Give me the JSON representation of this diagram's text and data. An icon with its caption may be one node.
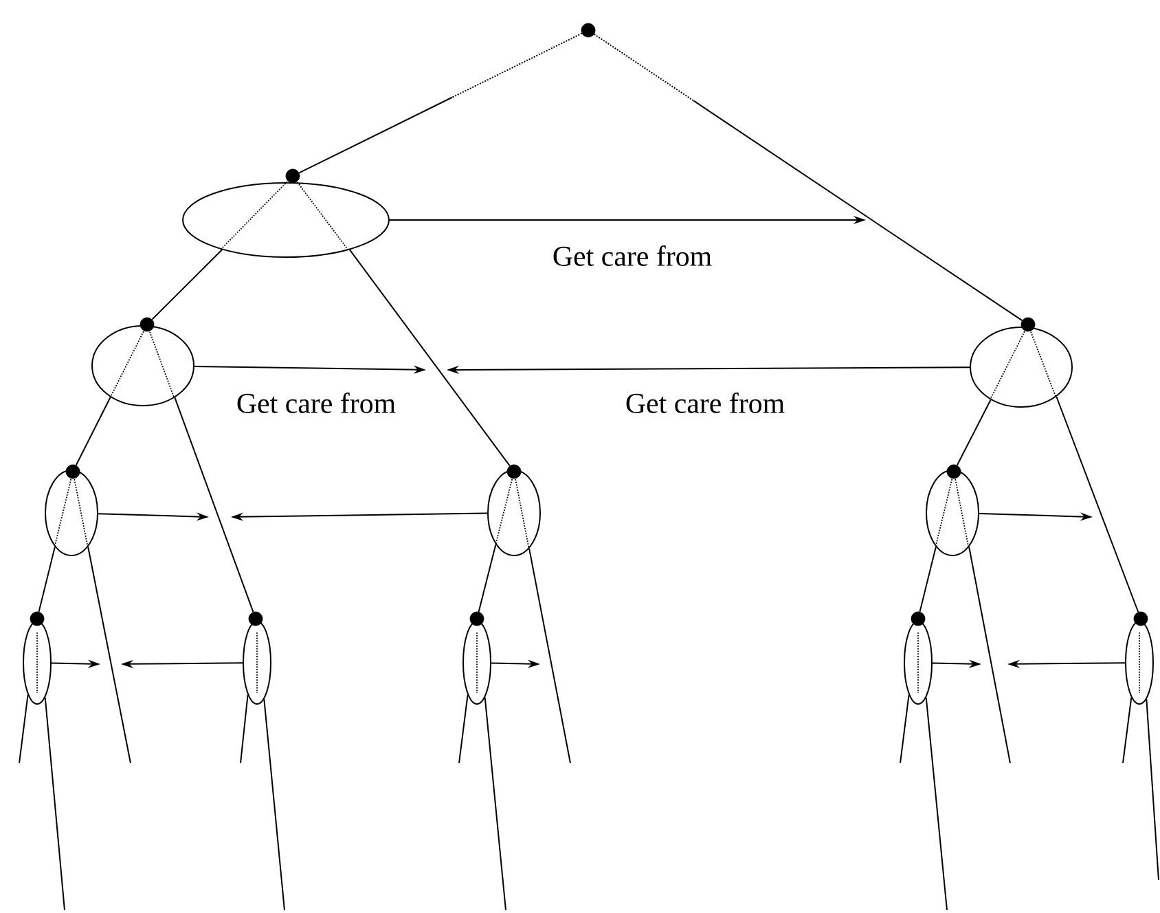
{
  "diagram": {
    "nodes": [
      {
        "text": [],
        "shape": "circle"
      },
      {
        "text": [],
        "shape": "circle"
      },
      {
        "text": [],
        "shape": "ellipse"
      },
      {
        "text": [],
        "shape": "circle"
      },
      {
        "text": [],
        "shape": "ellipse"
      },
      {
        "text": [],
        "shape": "circle"
      },
      {
        "text": [],
        "shape": "ellipse"
      },
      {
        "text": [],
        "shape": "circle"
      },
      {
        "text": [],
        "shape": "ellipse"
      },
      {
        "text": [],
        "shape": "circle"
      },
      {
        "text": [],
        "shape": "ellipse"
      },
      {
        "text": [],
        "shape": "circle"
      },
      {
        "text": [],
        "shape": "ellipse"
      },
      {
        "text": [],
        "shape": "circle"
      },
      {
        "text": [],
        "shape": "ellipse"
      },
      {
        "text": [],
        "shape": "circle"
      },
      {
        "text": [],
        "shape": "ellipse"
      },
      {
        "text": [],
        "shape": "circle"
      },
      {
        "text": [],
        "shape": "ellipse"
      },
      {
        "text": [],
        "shape": "circle"
      },
      {
        "text": [],
        "shape": "ellipse"
      },
      {
        "text": [],
        "shape": "circle"
      },
      {
        "text": [],
        "shape": "ellipse"
      }
    ],
    "edges": [
      {
        "from": 0,
        "to": 1,
        "arrow": "none"
      },
      {
        "from": 0,
        "to": 5,
        "arrow": "none"
      },
      {
        "from": 2,
        "to": 3,
        "arrow": "none"
      },
      {
        "from": 2,
        "to": 9,
        "arrow": "none"
      },
      {
        "from": 4,
        "to": 7,
        "arrow": "none"
      },
      {
        "from": 4,
        "to": 15,
        "arrow": "none"
      },
      {
        "from": 6,
        "to": 11,
        "arrow": "none"
      },
      {
        "from": 6,
        "to": 21,
        "arrow": "none"
      },
      {
        "from": 8,
        "to": 13,
        "arrow": "none"
      },
      {
        "from": 8,
        "to": null,
        "arrow": "none"
      },
      {
        "from": 10,
        "to": 17,
        "arrow": "none"
      },
      {
        "from": 10,
        "to": null,
        "arrow": "none"
      },
      {
        "from": 12,
        "to": 19,
        "arrow": "none"
      },
      {
        "from": 12,
        "to": null,
        "arrow": "none"
      },
      {
        "from": 14,
        "to": null,
        "arrow": "none"
      },
      {
        "from": 14,
        "to": null,
        "arrow": "none"
      },
      {
        "from": 16,
        "to": null,
        "arrow": "none"
      },
      {
        "from": 16,
        "to": null,
        "arrow": "none"
      },
      {
        "from": 18,
        "to": null,
        "arrow": "none"
      },
      {
        "from": 18,
        "to": null,
        "arrow": "none"
      },
      {
        "from": 20,
        "to": null,
        "arrow": "none"
      },
      {
        "from": 20,
        "to": null,
        "arrow": "none"
      },
      {
        "from": 22,
        "to": null,
        "arrow": "none"
      },
      {
        "from": 22,
        "to": null,
        "arrow": "none"
      },
      {
        "from": 2,
        "to": null,
        "arrow": "to",
        "label": "Get care from"
      },
      {
        "from": 4,
        "to": null,
        "arrow": "to",
        "label": "Get care from"
      },
      {
        "from": 6,
        "to": null,
        "arrow": "to",
        "label": "Get care from"
      },
      {
        "from": 8,
        "to": null,
        "arrow": "to"
      },
      {
        "from": 10,
        "to": null,
        "arrow": "to"
      },
      {
        "from": 12,
        "to": null,
        "arrow": "to"
      },
      {
        "from": 14,
        "to": null,
        "arrow": "to"
      },
      {
        "from": 16,
        "to": null,
        "arrow": "to"
      },
      {
        "from": 18,
        "to": null,
        "arrow": "to"
      },
      {
        "from": 20,
        "to": null,
        "arrow": "to"
      },
      {
        "from": 22,
        "to": null,
        "arrow": "to"
      }
    ]
  }
}
